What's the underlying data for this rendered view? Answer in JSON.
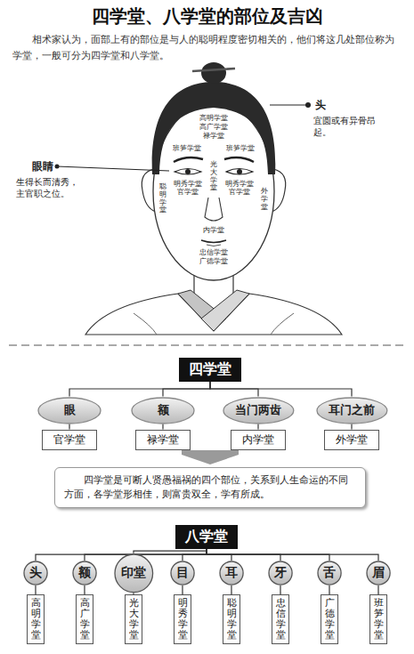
{
  "diagram": {
    "title": "四学堂、八学堂的部位及吉凶",
    "nodes": [
      {
        "text": [
          "四学堂"
        ]
      },
      {
        "text": [
          "眼"
        ]
      },
      {
        "text": [
          "额"
        ]
      },
      {
        "text": [
          "当门两齿"
        ]
      },
      {
        "text": [
          "耳门之前"
        ]
      },
      {
        "text": [
          "官学堂"
        ]
      },
      {
        "text": [
          "禄学堂"
        ]
      },
      {
        "text": [
          "内学堂"
        ]
      },
      {
        "text": [
          "外学堂"
        ]
      },
      {
        "text": [
          "四学堂是可断人贤愚福祸的四个部位，关系到人生命运的不同方面，各学堂形相佳，则富贵双全，学有所成。"
        ]
      },
      {
        "text": [
          "八学堂"
        ]
      },
      {
        "text": [
          "头"
        ]
      },
      {
        "text": [
          "额"
        ]
      },
      {
        "text": [
          "印堂"
        ]
      },
      {
        "text": [
          "目"
        ]
      },
      {
        "text": [
          "耳"
        ]
      },
      {
        "text": [
          "牙"
        ]
      },
      {
        "text": [
          "舌"
        ]
      },
      {
        "text": [
          "眉"
        ]
      },
      {
        "text": [
          "高明学堂"
        ]
      },
      {
        "text": [
          "高广学堂"
        ]
      },
      {
        "text": [
          "光大学堂"
        ]
      },
      {
        "text": [
          "明秀学堂"
        ]
      },
      {
        "text": [
          "聪明学堂"
        ]
      },
      {
        "text": [
          "忠信学堂"
        ]
      },
      {
        "text": [
          "广德学堂"
        ]
      },
      {
        "text": [
          "班笋学堂"
        ]
      }
    ],
    "edges": [
      {
        "from": 0,
        "to": 1,
        "arrow": "none"
      },
      {
        "from": 0,
        "to": 2,
        "arrow": "none"
      },
      {
        "from": 0,
        "to": 3,
        "arrow": "none"
      },
      {
        "from": 0,
        "to": 4,
        "arrow": "none"
      },
      {
        "from": 1,
        "to": 5,
        "arrow": "none"
      },
      {
        "from": 2,
        "to": 6,
        "arrow": "none"
      },
      {
        "from": 3,
        "to": 7,
        "arrow": "none"
      },
      {
        "from": 4,
        "to": 8,
        "arrow": "none"
      },
      {
        "from": 10,
        "to": 11,
        "arrow": "none"
      },
      {
        "from": 10,
        "to": 12,
        "arrow": "none"
      },
      {
        "from": 10,
        "to": 13,
        "arrow": "none"
      },
      {
        "from": 10,
        "to": 14,
        "arrow": "none"
      },
      {
        "from": 10,
        "to": 15,
        "arrow": "none"
      },
      {
        "from": 10,
        "to": 16,
        "arrow": "none"
      },
      {
        "from": 10,
        "to": 17,
        "arrow": "none"
      },
      {
        "from": 10,
        "to": 18,
        "arrow": "none"
      },
      {
        "from": 11,
        "to": 19,
        "arrow": "none"
      },
      {
        "from": 12,
        "to": 20,
        "arrow": "none"
      },
      {
        "from": 13,
        "to": 21,
        "arrow": "none"
      },
      {
        "from": 14,
        "to": 22,
        "arrow": "none"
      },
      {
        "from": 15,
        "to": 23,
        "arrow": "none"
      },
      {
        "from": 16,
        "to": 24,
        "arrow": "none"
      },
      {
        "from": 17,
        "to": 25,
        "arrow": "none"
      },
      {
        "from": 18,
        "to": 26,
        "arrow": "none"
      }
    ],
    "labels": [
      "相术家认为，面部上有的部位是与人的聪明程度密切相关的，他们将这几处部位称为学堂，一般可分为四学堂和八学堂。",
      "眼睛",
      "生得长而清秀，主官职之位。",
      "头",
      "宜圆或有异骨昂起。",
      "高明学堂",
      "高广学堂",
      "禄学堂",
      "班笋学堂",
      "班笋学堂",
      "光大学堂",
      "明秀学堂",
      "官学堂",
      "明秀学堂",
      "官学堂",
      "聪明学堂",
      "外学堂",
      "内学堂",
      "忠信学堂",
      "广德学堂"
    ]
  }
}
